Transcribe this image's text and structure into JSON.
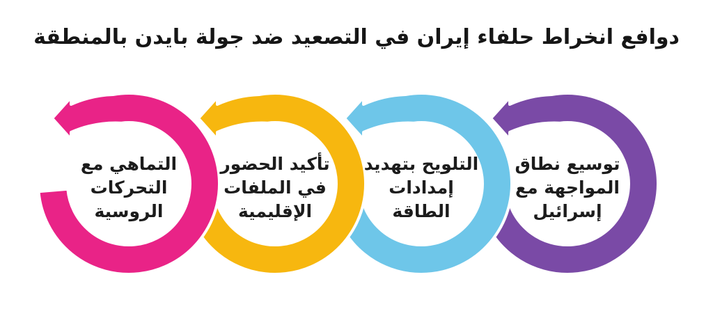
{
  "title": "دوافع انخراط حلفاء إيران في التصعيد ضد جولة بايدن بالمنطقة",
  "direction": "rtl",
  "colors": {
    "background": "#ffffff",
    "title_text": "#161616",
    "label_text": "#1c1c1c",
    "separator_seam": "#ffffff"
  },
  "items": [
    {
      "order": 1,
      "color": "#7A4AA6",
      "label": "توسيع نطاق المواجهة مع إسرائيل",
      "lines": [
        "توسيع نطاق",
        "المواجهة مع",
        "إسرائيل"
      ]
    },
    {
      "order": 2,
      "color": "#6EC6E9",
      "label": "التلويح بتهديد إمدادات الطاقة",
      "lines": [
        "التلويح بتهديد",
        "إمدادات",
        "الطاقة"
      ]
    },
    {
      "order": 3,
      "color": "#F7B70F",
      "label": "تأكيد الحضور في الملفات الإقليمية",
      "lines": [
        "تأكيد الحضور",
        "في الملفات",
        "الإقليمية"
      ]
    },
    {
      "order": 4,
      "color": "#E92387",
      "label": "التماهي مع التحركات الروسية",
      "lines": [
        "التماهي مع",
        "التحركات",
        "الروسية"
      ]
    }
  ]
}
